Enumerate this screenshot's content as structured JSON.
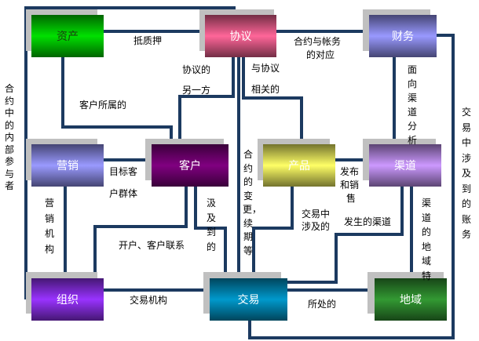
{
  "colors": {
    "line": "#1c3a60",
    "shadow": "#c0c0c0"
  },
  "nodes": {
    "assets": {
      "label": "资产",
      "color": "#00e000",
      "text_color": "#1a3a10"
    },
    "agreement": {
      "label": "协议",
      "color": "#ff6699"
    },
    "finance": {
      "label": "财务",
      "color": "#9999ff"
    },
    "marketing": {
      "label": "营销",
      "color": "#9a9aff"
    },
    "customer": {
      "label": "客户",
      "color": "#800080"
    },
    "product": {
      "label": "产品",
      "color": "#ffff66"
    },
    "channel": {
      "label": "渠道",
      "color": "#cc99ff"
    },
    "organization": {
      "label": "组织",
      "color": "#9933ff"
    },
    "transaction": {
      "label": "交易",
      "color": "#0099cc"
    },
    "region": {
      "label": "地域",
      "color": "#339933"
    }
  },
  "edge_labels": {
    "pledge": "抵质押",
    "contract_account": "合约与帐务",
    "contract_account_2": "的对应",
    "counterparty_1": "协议的",
    "counterparty_2": "另一方",
    "agreement_related_1": "与协议",
    "agreement_related_2": "相关的",
    "customer_owned": "客户所属的",
    "internal_participants": "合约中的内部参与者",
    "channel_analysis": "面向渠道分析",
    "transaction_accounts": "交易中涉及到的账务",
    "target_customer_1": "目标客",
    "target_customer_2": "户群体",
    "marketing_org": "营销机构",
    "contract_change": "合约的变更，续期等",
    "publish_sell_1": "发布",
    "publish_sell_2": "和销",
    "publish_sell_3": "售",
    "involved_1": "汲及到的",
    "account_contact": "开户、客户联系",
    "txn_involved_1": "交易中",
    "txn_involved_2": "涉及的",
    "channel_occurred": "发生的渠道",
    "channel_region": "渠道的地域特",
    "txn_org": "交易机构",
    "located_at": "所处的"
  }
}
